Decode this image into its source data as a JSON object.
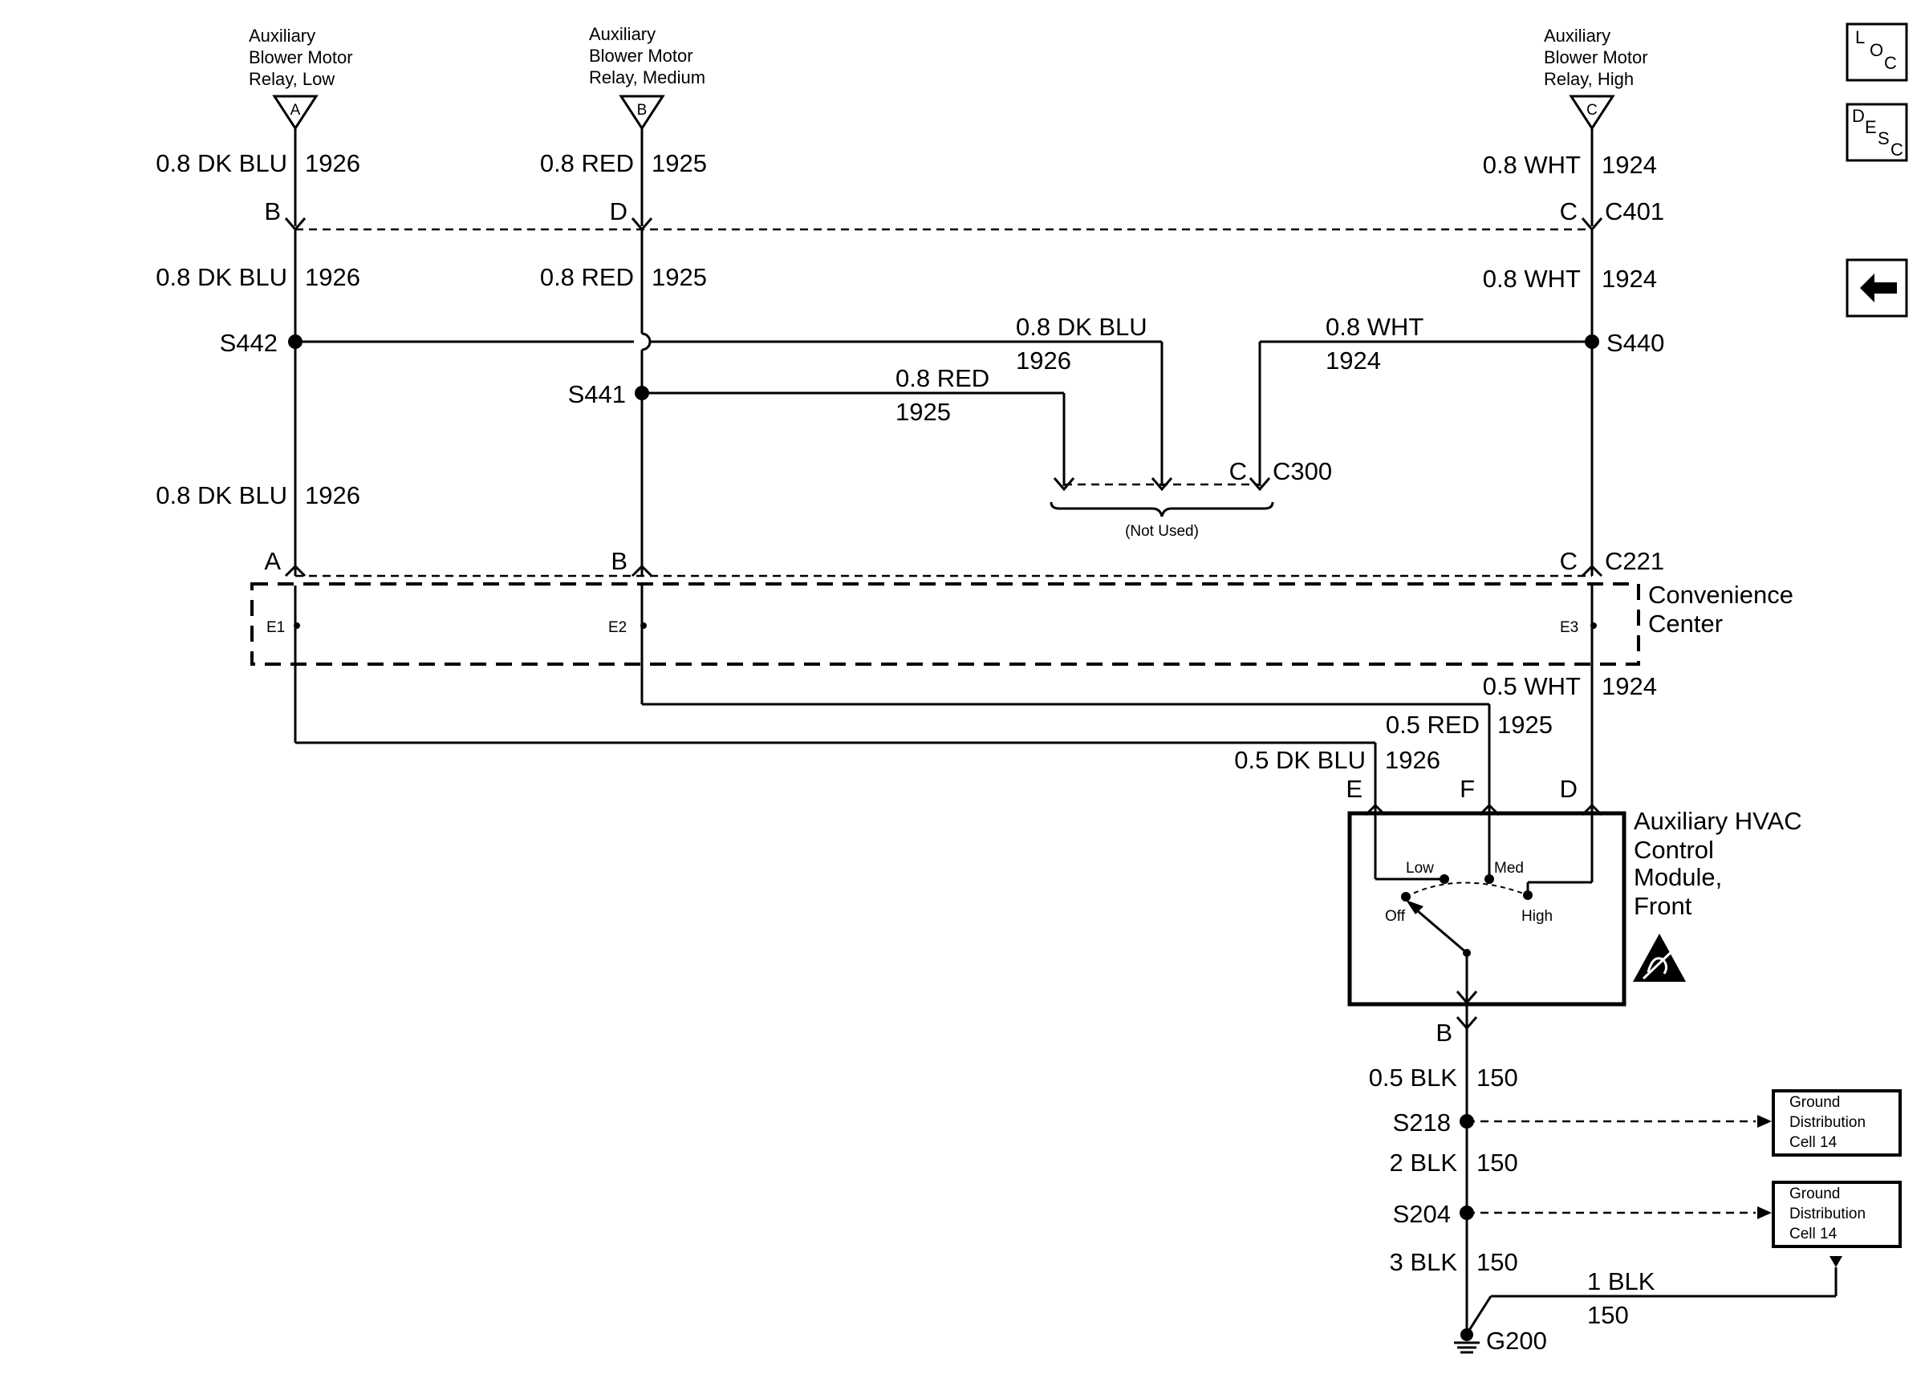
{
  "nav": {
    "loc_letters": [
      "L",
      "O",
      "C"
    ],
    "desc_letters": [
      "D",
      "E",
      "S",
      "C"
    ]
  },
  "relays": {
    "low": {
      "line1": "Auxiliary",
      "line2": "Blower Motor",
      "line3": "Relay, Low",
      "marker": "A"
    },
    "medium": {
      "line1": "Auxiliary",
      "line2": "Blower Motor",
      "line3": "Relay, Medium",
      "marker": "B"
    },
    "high": {
      "line1": "Auxiliary",
      "line2": "Blower Motor",
      "line3": "Relay, High",
      "marker": "C"
    }
  },
  "wires": {
    "dk_blu_08": "0.8 DK BLU",
    "red_08": "0.8 RED",
    "wht_08": "0.8 WHT",
    "circuit_1926": "1926",
    "circuit_1925": "1925",
    "circuit_1924": "1924",
    "dk_blu_05": "0.5 DK BLU",
    "red_05": "0.5 RED",
    "wht_05": "0.5 WHT",
    "blk_05": "0.5 BLK",
    "blk_2": "2 BLK",
    "blk_3": "3 BLK",
    "blk_1": "1 BLK",
    "circuit_150": "150"
  },
  "connectors": {
    "c401": "C401",
    "c300": "C300",
    "c221": "C221",
    "not_used": "(Not Used)",
    "pin_a": "A",
    "pin_b": "B",
    "pin_c": "C",
    "pin_d": "D",
    "pin_e": "E",
    "pin_f": "F"
  },
  "splices": {
    "s442": "S442",
    "s441": "S441",
    "s440": "S440",
    "s218": "S218",
    "s204": "S204"
  },
  "convenience_center": {
    "line1": "Convenience",
    "line2": "Center",
    "e1": "E1",
    "e2": "E2",
    "e3": "E3"
  },
  "module": {
    "line1": "Auxiliary HVAC",
    "line2": "Control",
    "line3": "Module,",
    "line4": "Front",
    "off": "Off",
    "low": "Low",
    "med": "Med",
    "high": "High"
  },
  "ground_distribution": {
    "line1": "Ground",
    "line2": "Distribution",
    "line3": "Cell 14"
  },
  "ground": "G200"
}
